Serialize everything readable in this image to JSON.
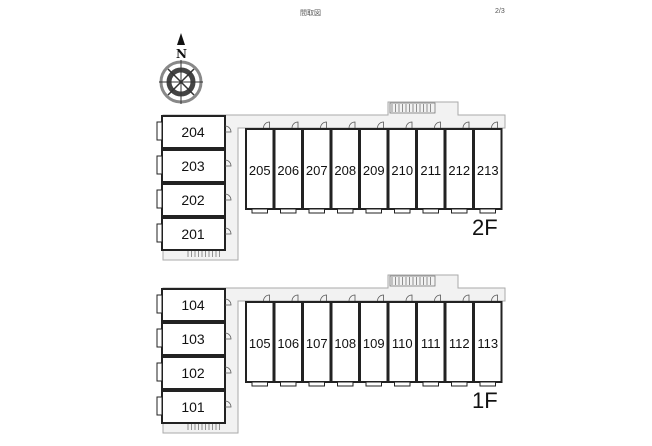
{
  "header": {
    "title": "間取図",
    "page": "2/3"
  },
  "compass": {
    "north_label": "N"
  },
  "floors": [
    {
      "label": "2F",
      "side_units": [
        "204",
        "203",
        "202",
        "201"
      ],
      "row_units": [
        "205",
        "206",
        "207",
        "208",
        "209",
        "210",
        "211",
        "212",
        "213"
      ]
    },
    {
      "label": "1F",
      "side_units": [
        "104",
        "103",
        "102",
        "101"
      ],
      "row_units": [
        "105",
        "106",
        "107",
        "108",
        "109",
        "110",
        "111",
        "112",
        "113"
      ]
    }
  ],
  "colors": {
    "wall": "#222222",
    "corridor": "#f2f2f2",
    "corridor_edge": "#aaaaaa"
  }
}
